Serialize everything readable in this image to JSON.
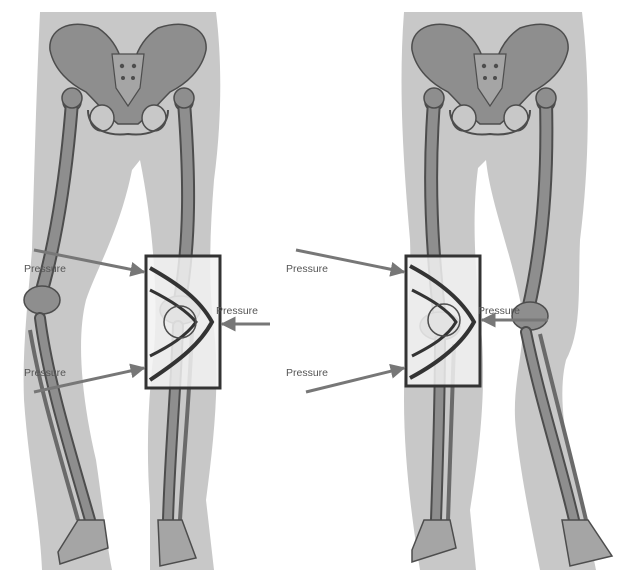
{
  "figure": {
    "left_panel": {
      "labels": [
        "Pressure",
        "Pressure",
        "Pressure"
      ]
    },
    "right_panel": {
      "labels": [
        "Pressure",
        "Pressure",
        "Pressure"
      ]
    }
  },
  "colors": {
    "body_silhouette": "#c8c8c8",
    "bone": "#8e8e8e",
    "bone_outline": "#4d4d4d",
    "brace_frame": "#333333",
    "brace_fill": "#f2f2f2",
    "arrow": "#777777",
    "label_text": "#555555"
  }
}
